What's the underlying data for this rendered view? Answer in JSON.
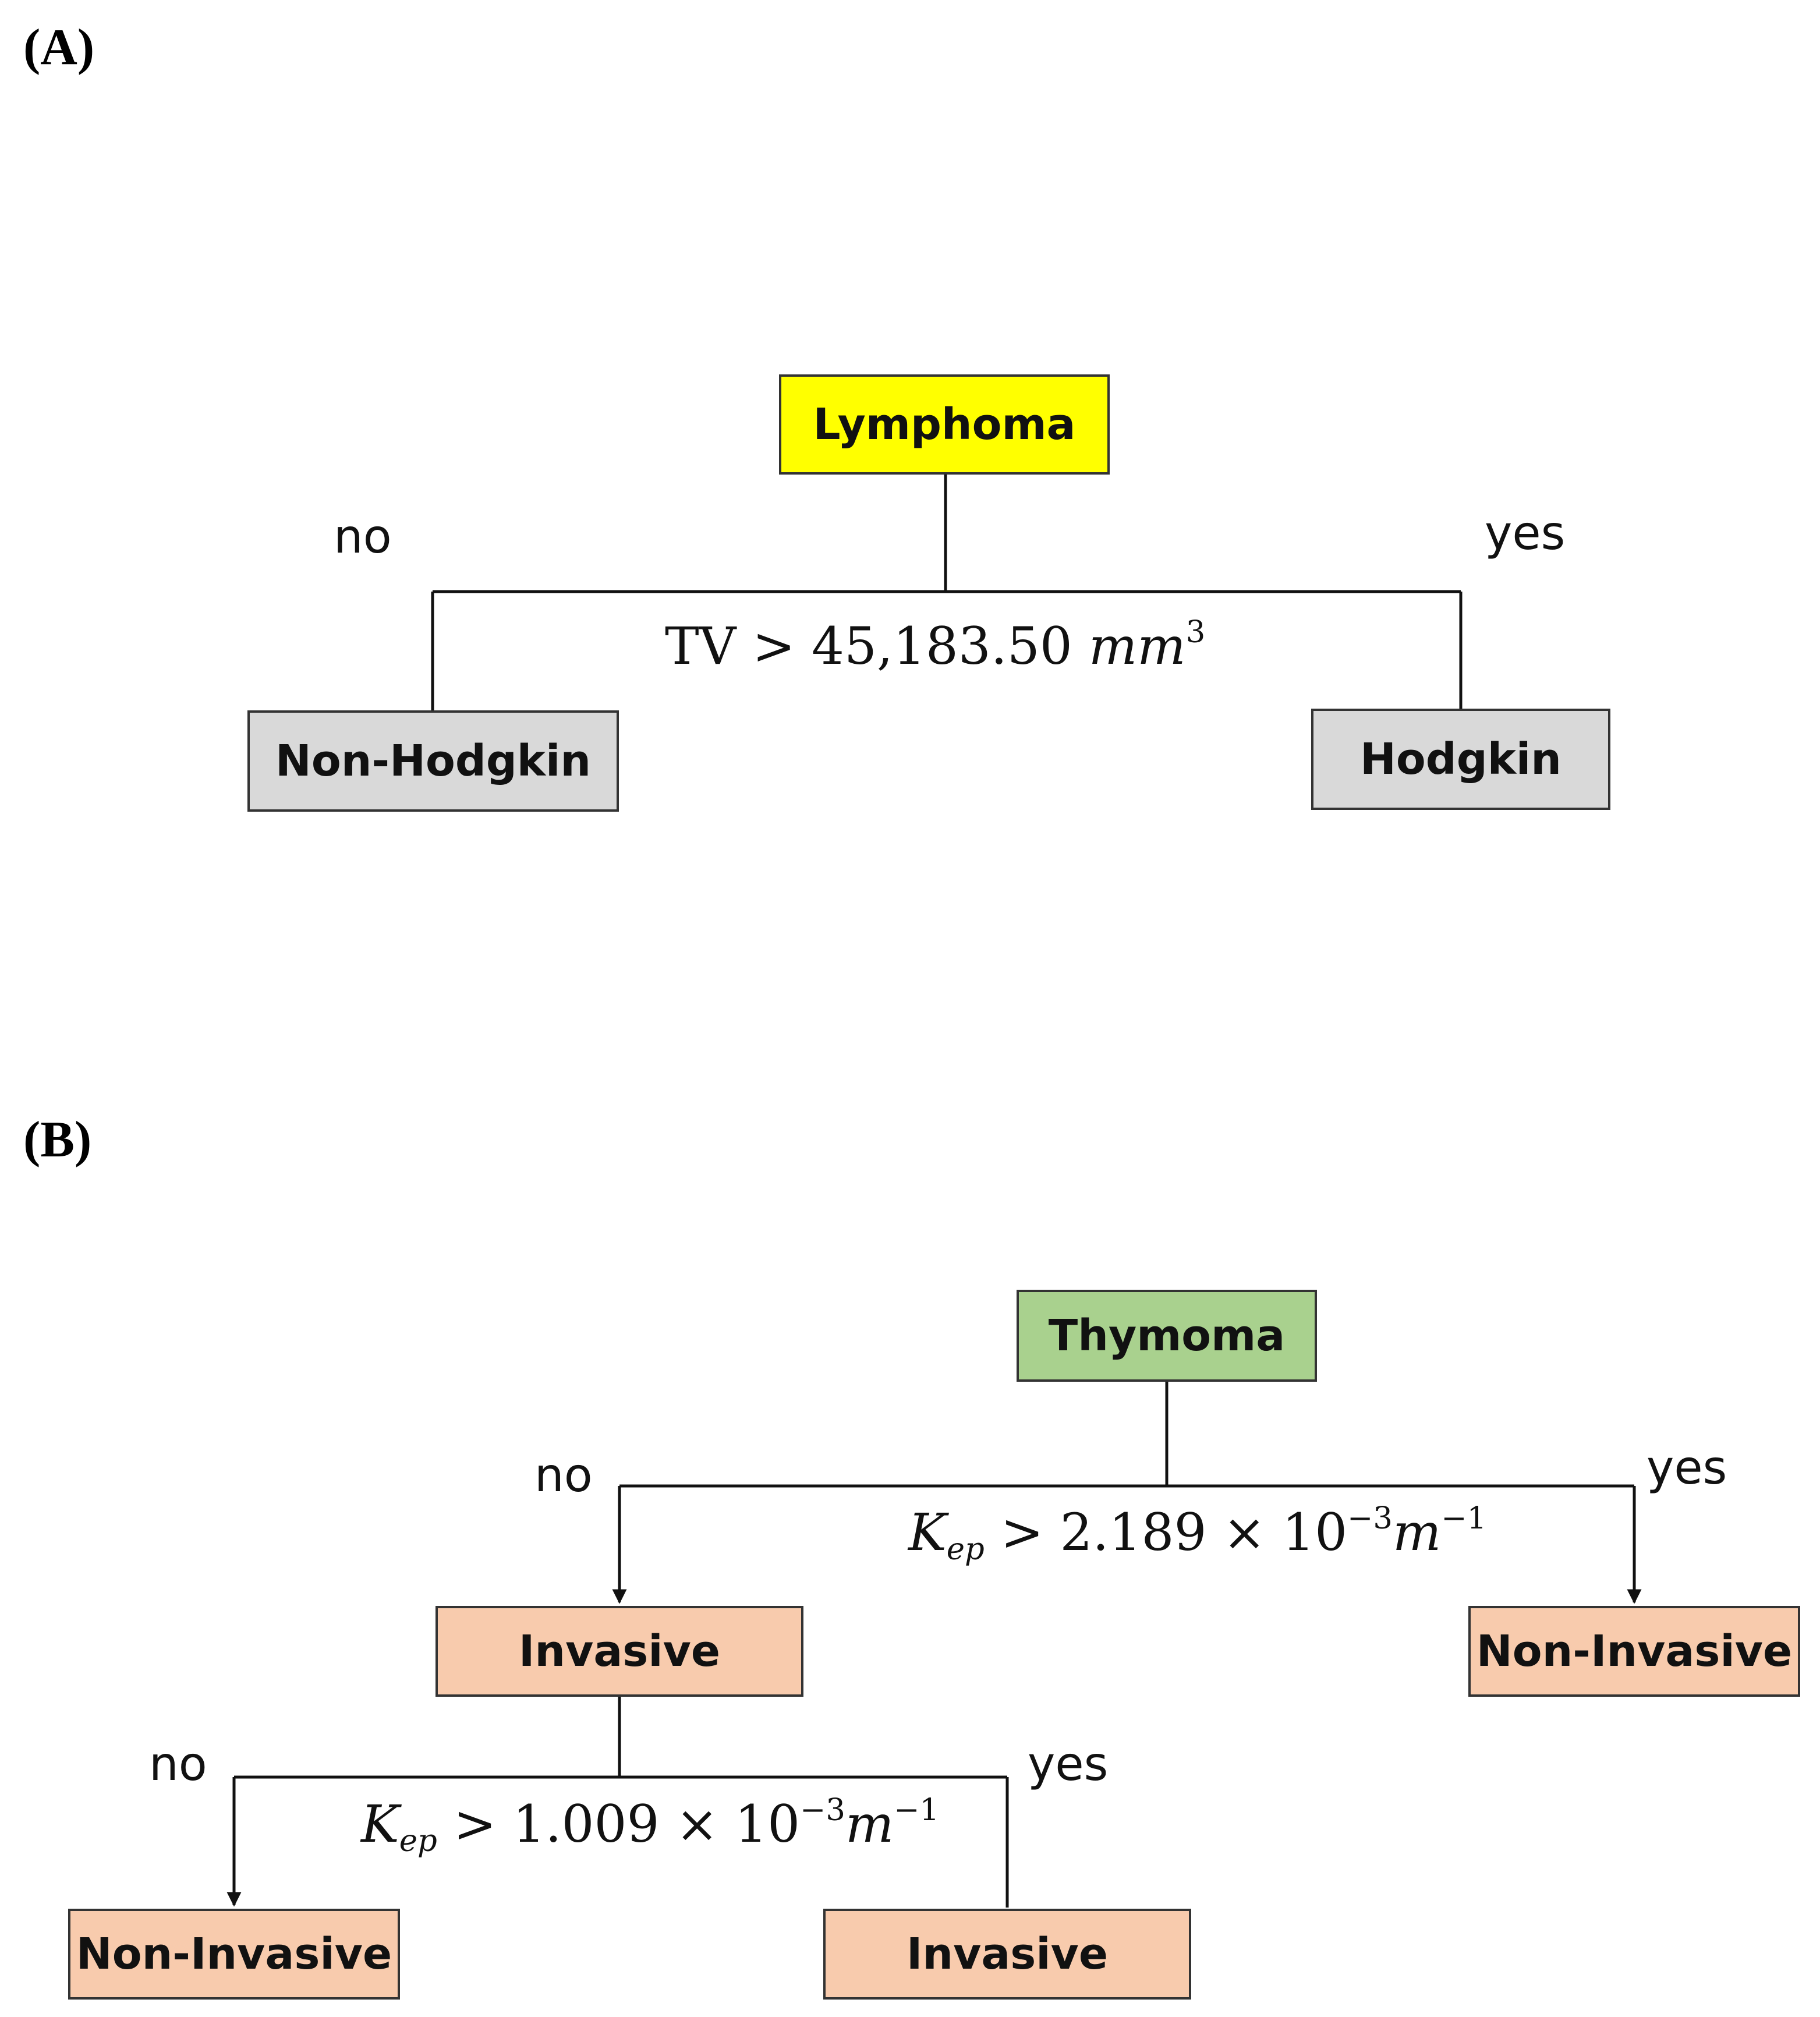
{
  "panels": {
    "a": {
      "label": "(A)",
      "root": "Lymphoma",
      "condition": {
        "lhs": "TV",
        "op": ">",
        "value": "45,183.50",
        "unit": "mm",
        "unit_exp": "3"
      },
      "no_label": "no",
      "yes_label": "yes",
      "no_leaf": "Non-Hodgkin",
      "yes_leaf": "Hodgkin",
      "colors": {
        "root": "#ffff00",
        "leaf": "#d9d9d9"
      }
    },
    "b": {
      "label": "(B)",
      "root": "Thymoma",
      "condition1": {
        "sym": "K",
        "sub": "ep",
        "op": ">",
        "mantissa": "2.189",
        "times": "×",
        "base": "10",
        "exp": "−3",
        "unit": "m",
        "unit_exp": "−1"
      },
      "no_label_1": "no",
      "yes_label_1": "yes",
      "no_node_1": "Invasive",
      "yes_leaf_1": "Non-Invasive",
      "condition2": {
        "sym": "K",
        "sub": "ep",
        "op": ">",
        "mantissa": "1.009",
        "times": "×",
        "base": "10",
        "exp": "−3",
        "unit": "m",
        "unit_exp": "−1"
      },
      "no_label_2": "no",
      "yes_label_2": "yes",
      "no_leaf_2": "Non-Invasive",
      "yes_leaf_2": "Invasive",
      "colors": {
        "root": "#a9d18e",
        "node": "#f8cbad"
      }
    }
  }
}
